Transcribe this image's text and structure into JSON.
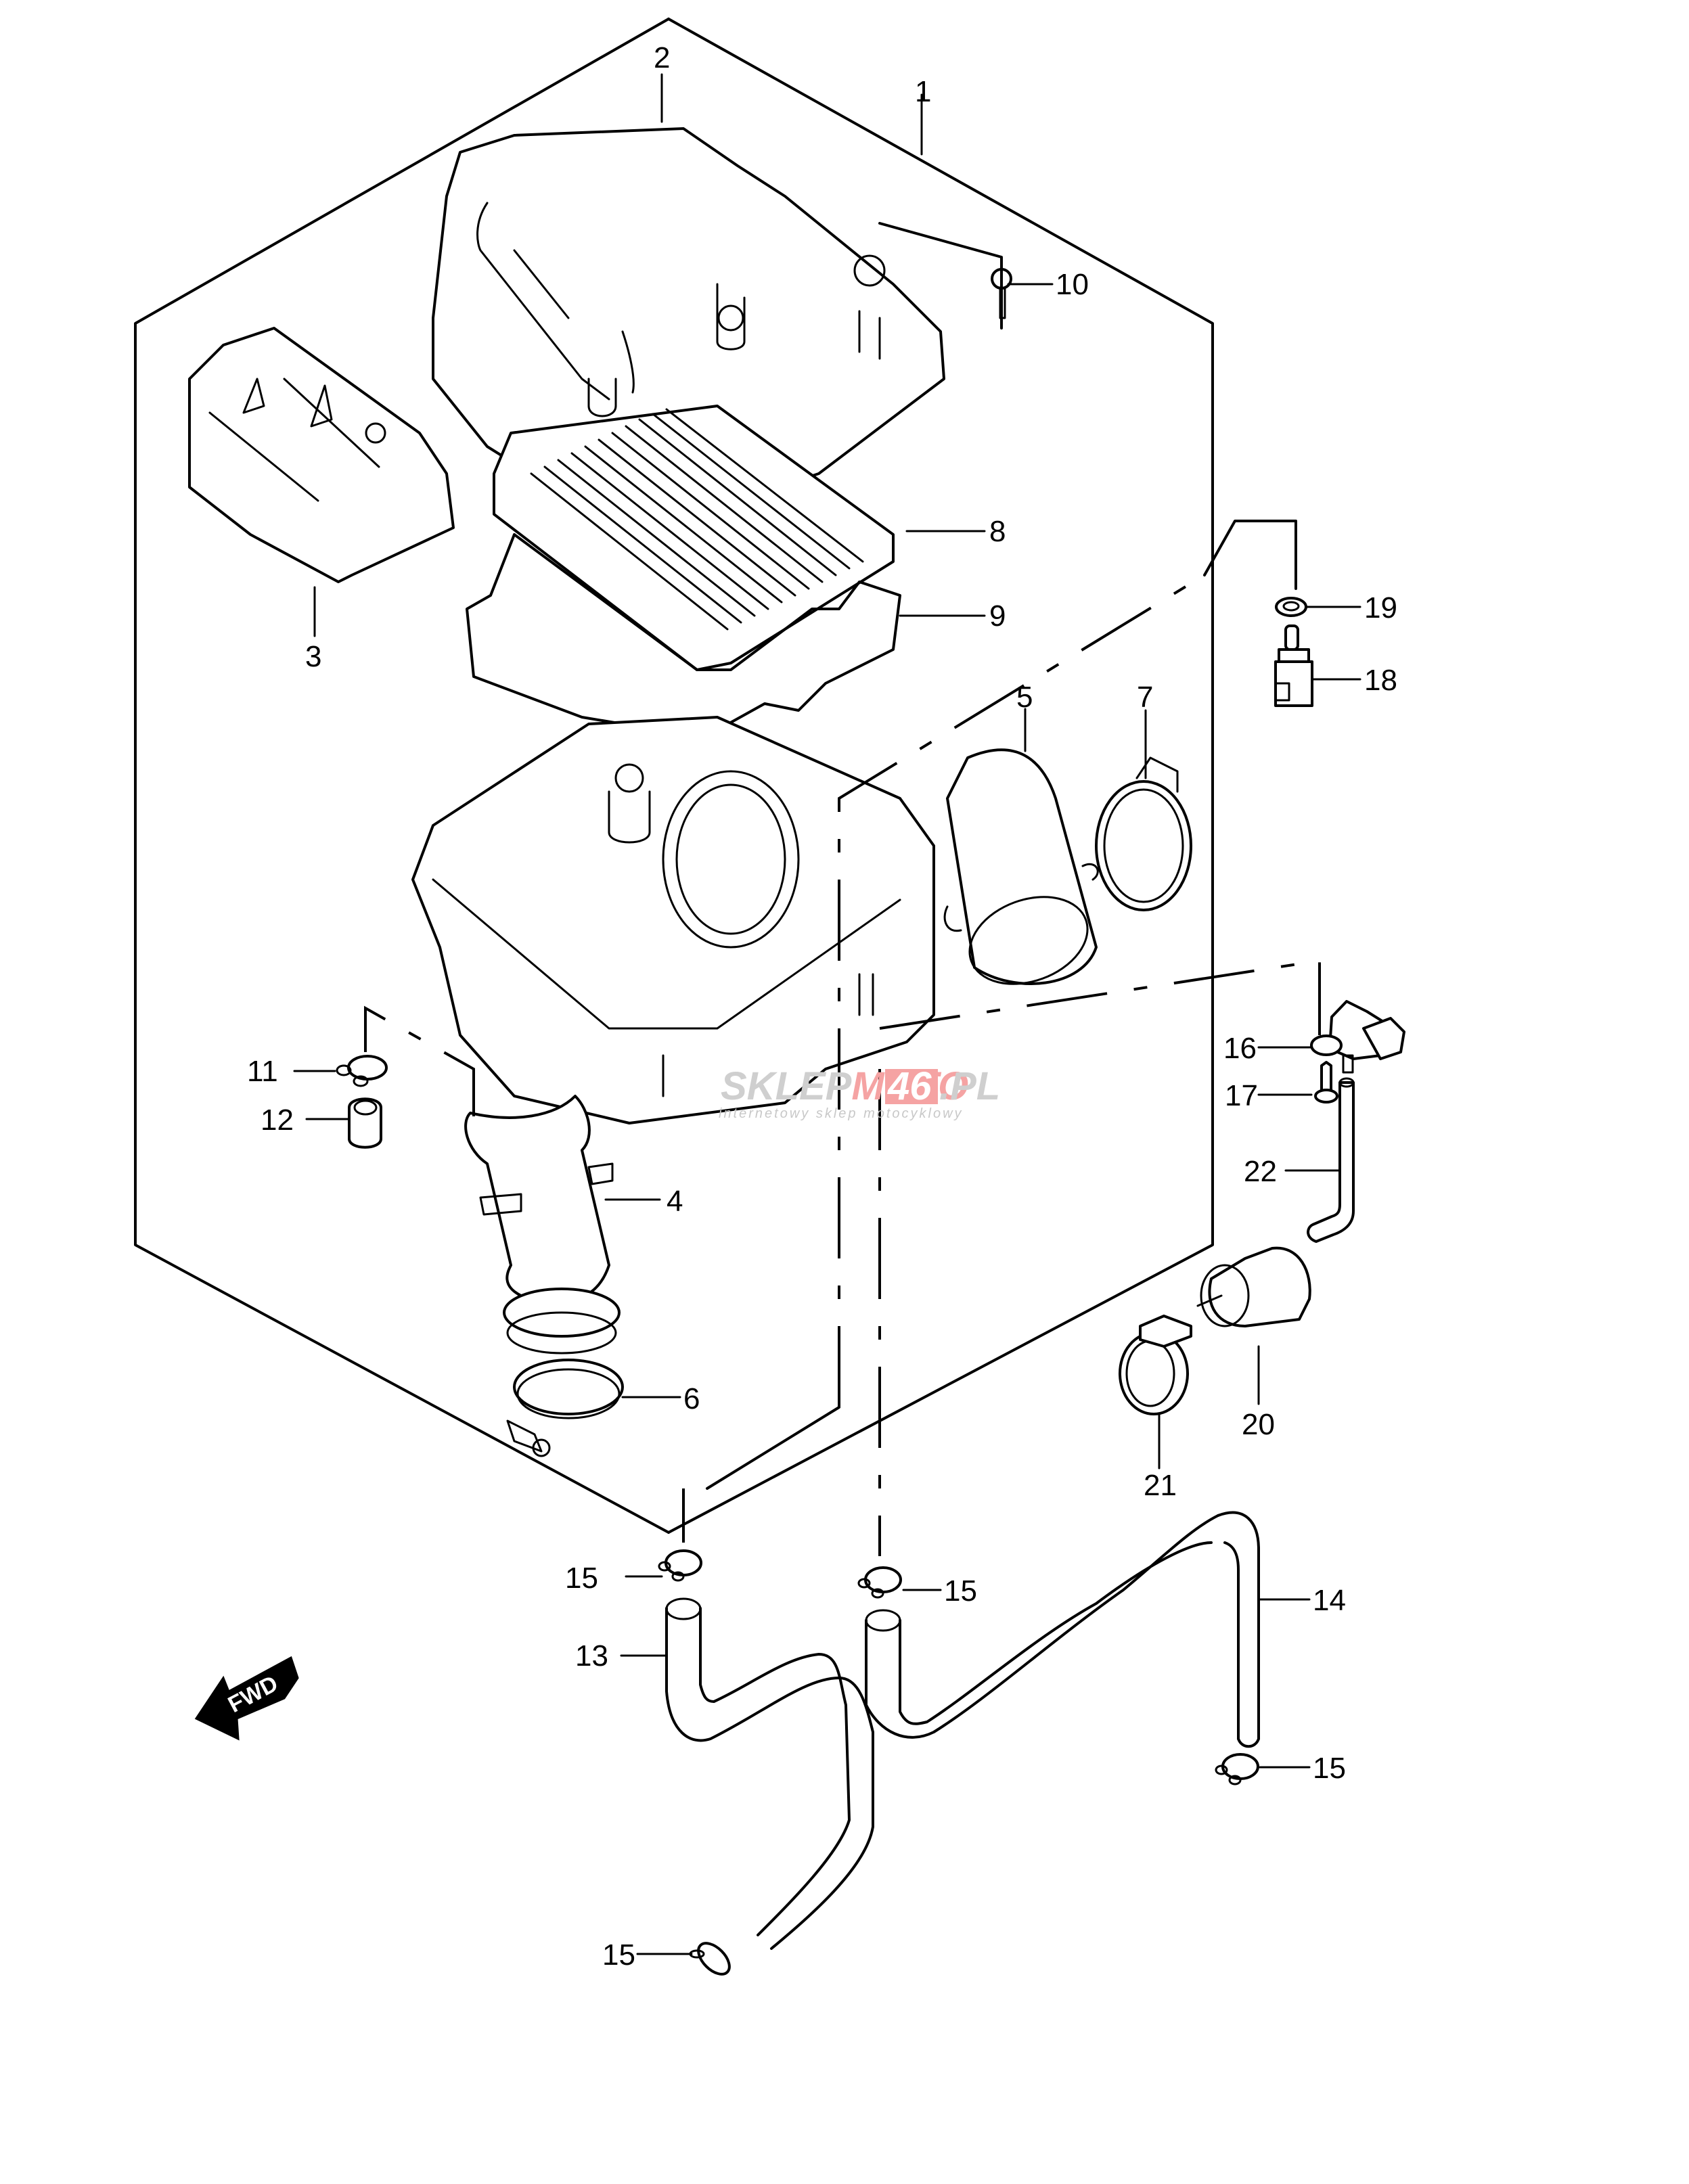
{
  "diagram": {
    "title": "Air cleaner exploded parts diagram",
    "callouts": {
      "c1": "1",
      "c2": "2",
      "c3": "3",
      "c4": "4",
      "c5": "5",
      "c6": "6",
      "c7": "7",
      "c8": "8",
      "c9": "9",
      "c10": "10",
      "c11": "11",
      "c12": "12",
      "c13": "13",
      "c14": "14",
      "c15a": "15",
      "c15b": "15",
      "c15c": "15",
      "c15d": "15",
      "c16": "16",
      "c17": "17",
      "c18": "18",
      "c19": "19",
      "c20": "20",
      "c21": "21",
      "c22": "22"
    },
    "direction_marker": "FWD"
  },
  "watermark": {
    "part1": "SKLEP",
    "part2": "MOTO",
    "part3": "46",
    "part4": ".PL",
    "tagline": "internetowy sklep motocyklowy",
    "grey_color": "#cfcfcf",
    "red_color": "#f5a3a3"
  }
}
